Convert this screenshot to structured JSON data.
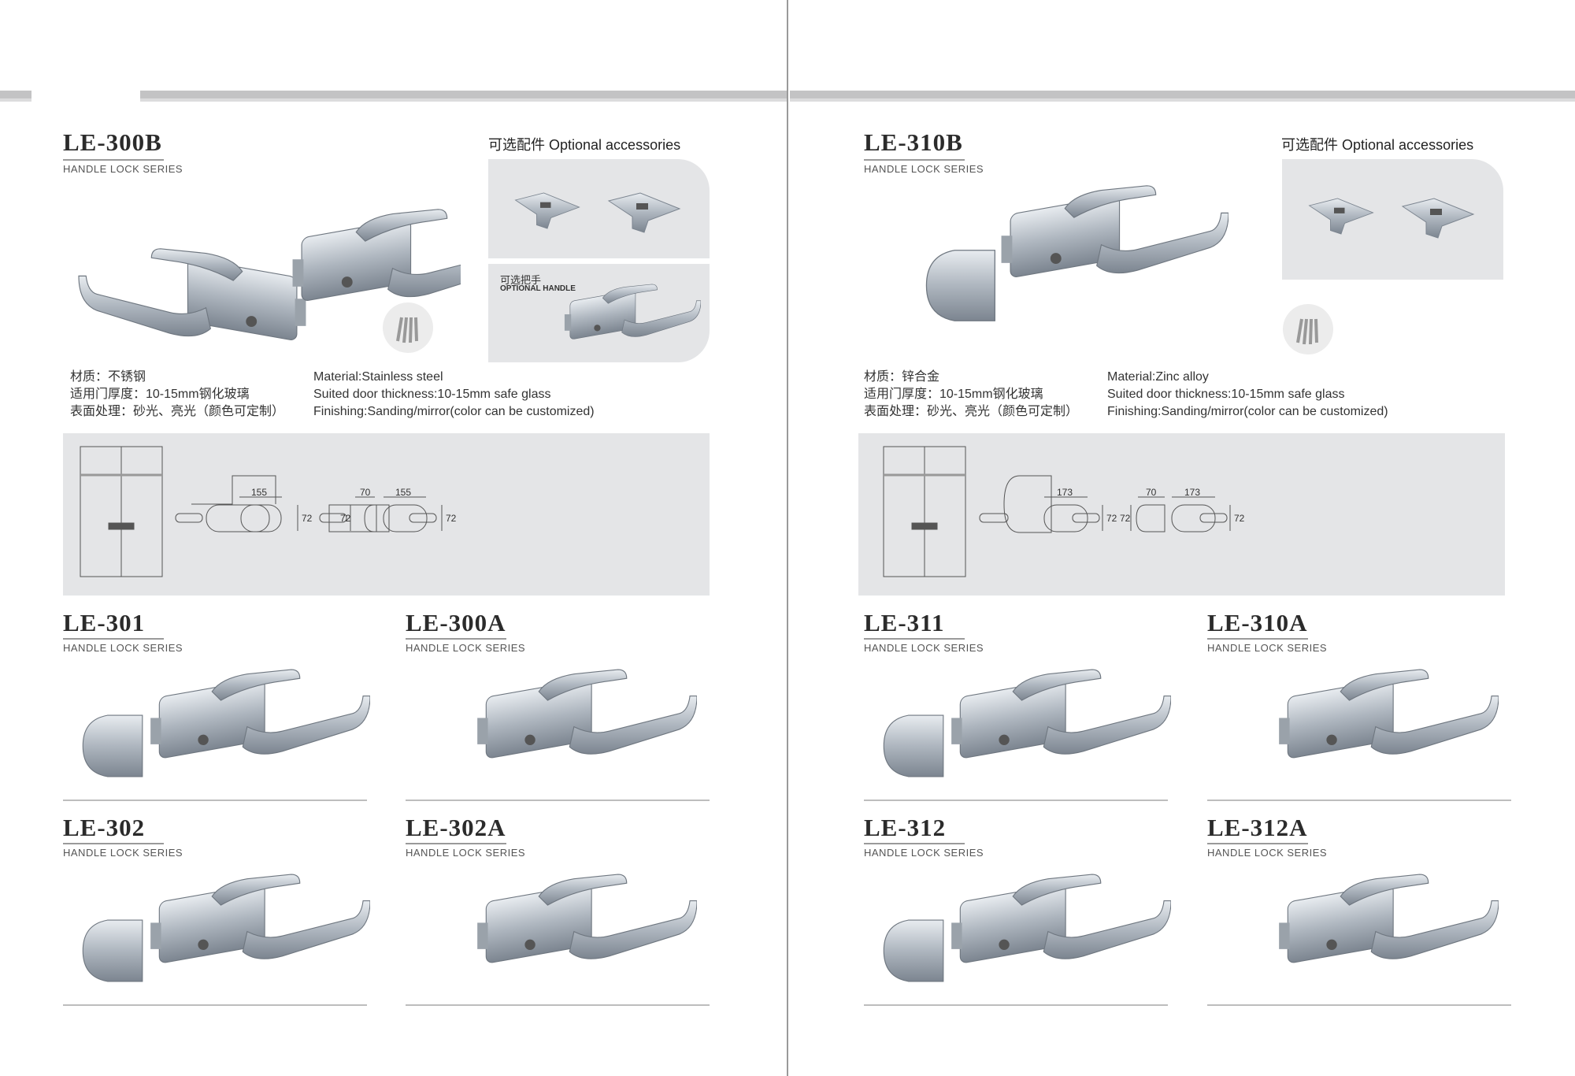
{
  "left_page": {
    "main": {
      "model": "LE-300B",
      "series": "HANDLE LOCK SERIES",
      "optional_accessories": "可选配件 Optional accessories",
      "optional_handle_cn": "可选把手",
      "optional_handle_en": "OPTIONAL HANDLE",
      "spec_cn": [
        "材质：不锈钢",
        "适用门厚度：10-15mm钢化玻璃",
        "表面处理：砂光、亮光（颜色可定制）"
      ],
      "spec_en": [
        "Material:Stainless steel",
        "Suited door thickness:10-15mm safe glass",
        "Finishing:Sanding/mirror(color can be customized)"
      ],
      "dims": {
        "length": "155",
        "height": "72",
        "width": "70"
      }
    },
    "items": [
      {
        "model": "LE-301",
        "series": "HANDLE LOCK SERIES"
      },
      {
        "model": "LE-300A",
        "series": "HANDLE LOCK SERIES"
      },
      {
        "model": "LE-302",
        "series": "HANDLE LOCK SERIES"
      },
      {
        "model": "LE-302A",
        "series": "HANDLE LOCK SERIES"
      }
    ]
  },
  "right_page": {
    "main": {
      "model": "LE-310B",
      "series": "HANDLE LOCK SERIES",
      "optional_accessories": "可选配件 Optional accessories",
      "spec_cn": [
        "材质：锌合金",
        "适用门厚度：10-15mm钢化玻璃",
        "表面处理：砂光、亮光（颜色可定制）"
      ],
      "spec_en": [
        "Material:Zinc alloy",
        "Suited door thickness:10-15mm safe glass",
        "Finishing:Sanding/mirror(color can be customized)"
      ],
      "dims": {
        "length": "173",
        "height": "72",
        "width": "70"
      }
    },
    "items": [
      {
        "model": "LE-311",
        "series": "HANDLE LOCK SERIES"
      },
      {
        "model": "LE-310A",
        "series": "HANDLE LOCK SERIES"
      },
      {
        "model": "LE-312",
        "series": "HANDLE LOCK SERIES"
      },
      {
        "model": "LE-312A",
        "series": "HANDLE LOCK SERIES"
      }
    ]
  }
}
